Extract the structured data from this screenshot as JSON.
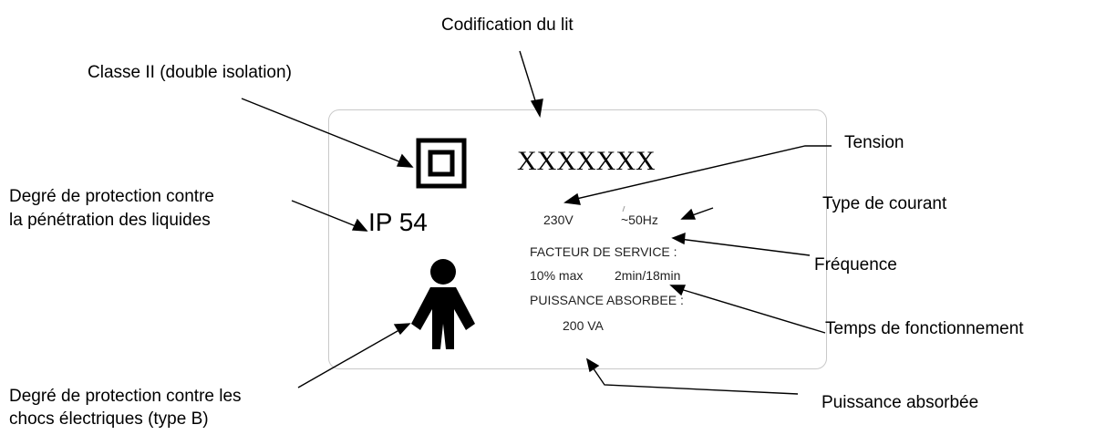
{
  "labels": {
    "codification": "Codification du lit",
    "classe": "Classe II (double isolation)",
    "tension": "Tension",
    "degre_liquides": [
      "Degré de protection contre",
      "la pénétration des liquides"
    ],
    "type_courant": "Type de courant",
    "frequence": "Fréquence",
    "temps": "Temps de fonctionnement",
    "degre_chocs": [
      "Degré de protection contre les",
      "chocs électriques (type B)"
    ],
    "puissance": "Puissance absorbée"
  },
  "plate": {
    "code": "XXXXXXX",
    "ip": "IP 54",
    "voltage": "230V",
    "current_freq": "~50Hz",
    "service_title": "FACTEUR DE SERVICE :",
    "service_max": "10% max",
    "service_time": "2min/18min",
    "power_title": "PUISSANCE ABSORBEE :",
    "power_value": "200 VA"
  },
  "icons": {
    "class2": "double-square-class-ii-icon",
    "typeb": "person-type-b-icon"
  }
}
